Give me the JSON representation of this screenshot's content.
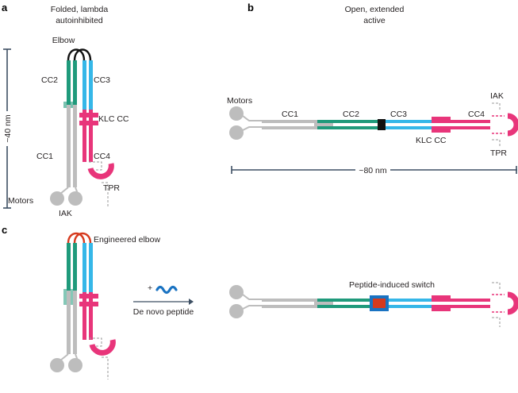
{
  "panels": {
    "a": {
      "letter": "a",
      "title_line1": "Folded, lambda",
      "title_line2": "autoinhibited",
      "scale_label": "~40 nm",
      "labels": {
        "elbow": "Elbow",
        "cc2": "CC2",
        "cc3": "CC3",
        "klc_cc": "KLC CC",
        "cc1": "CC1",
        "cc4": "CC4",
        "tpr": "TPR",
        "motors": "Motors",
        "iak": "IAK"
      }
    },
    "b": {
      "letter": "b",
      "title_line1": "Open, extended",
      "title_line2": "active",
      "scale_label": "~80 nm",
      "labels": {
        "motors": "Motors",
        "cc1": "CC1",
        "cc2": "CC2",
        "cc3": "CC3",
        "cc4": "CC4",
        "iak": "IAK",
        "klc_cc": "KLC CC",
        "tpr": "TPR"
      }
    },
    "c": {
      "letter": "c",
      "engineered_elbow": "Engineered elbow",
      "plus": "+",
      "arrow_label": "De novo peptide",
      "switch_label": "Peptide-induced switch"
    }
  },
  "colors": {
    "cc1_gray": "#bdbdbd",
    "cc2_teal": "#1f9a7b",
    "cc3_blue": "#35b7e8",
    "klc_magenta": "#e8357a",
    "elbow_black": "#111111",
    "engineered_red": "#d63a1e",
    "peptide_blue": "#1a73c2",
    "scale_bar": "#3d4f63"
  }
}
